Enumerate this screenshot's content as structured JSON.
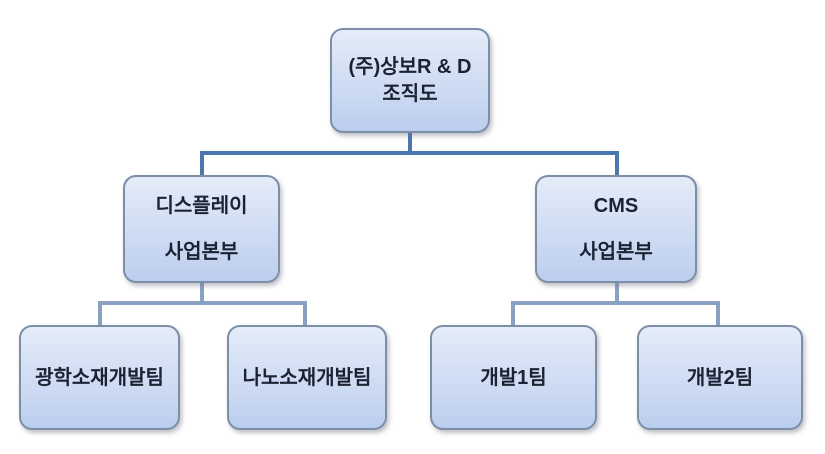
{
  "diagram": {
    "type": "org-chart",
    "title": "(주)상보R & D 조직도",
    "nodes": {
      "root": {
        "line1": "(주)상보R & D",
        "line2": "조직도"
      },
      "display_division": {
        "line1": "디스플레이",
        "line2": "사업본부"
      },
      "cms_division": {
        "line1": "CMS",
        "line2": "사업본부"
      },
      "optical_materials_team": {
        "label": "광학소재개발팀"
      },
      "nano_materials_team": {
        "label": "나노소재개발팀"
      },
      "dev_team_1": {
        "label": "개발1팀"
      },
      "dev_team_2": {
        "label": "개발2팀"
      }
    },
    "hierarchy": [
      {
        "parent": "root",
        "children": [
          "display_division",
          "cms_division"
        ]
      },
      {
        "parent": "display_division",
        "children": [
          "optical_materials_team",
          "nano_materials_team"
        ]
      },
      {
        "parent": "cms_division",
        "children": [
          "dev_team_1",
          "dev_team_2"
        ]
      }
    ],
    "colors": {
      "box_fill_top": "#e5ecf9",
      "box_fill_bottom": "#bcceee",
      "box_border": "#7d8ea7",
      "connector_primary": "#4a78ae",
      "connector_secondary": "#8ba1c3",
      "text_color": "#1b2333"
    }
  }
}
